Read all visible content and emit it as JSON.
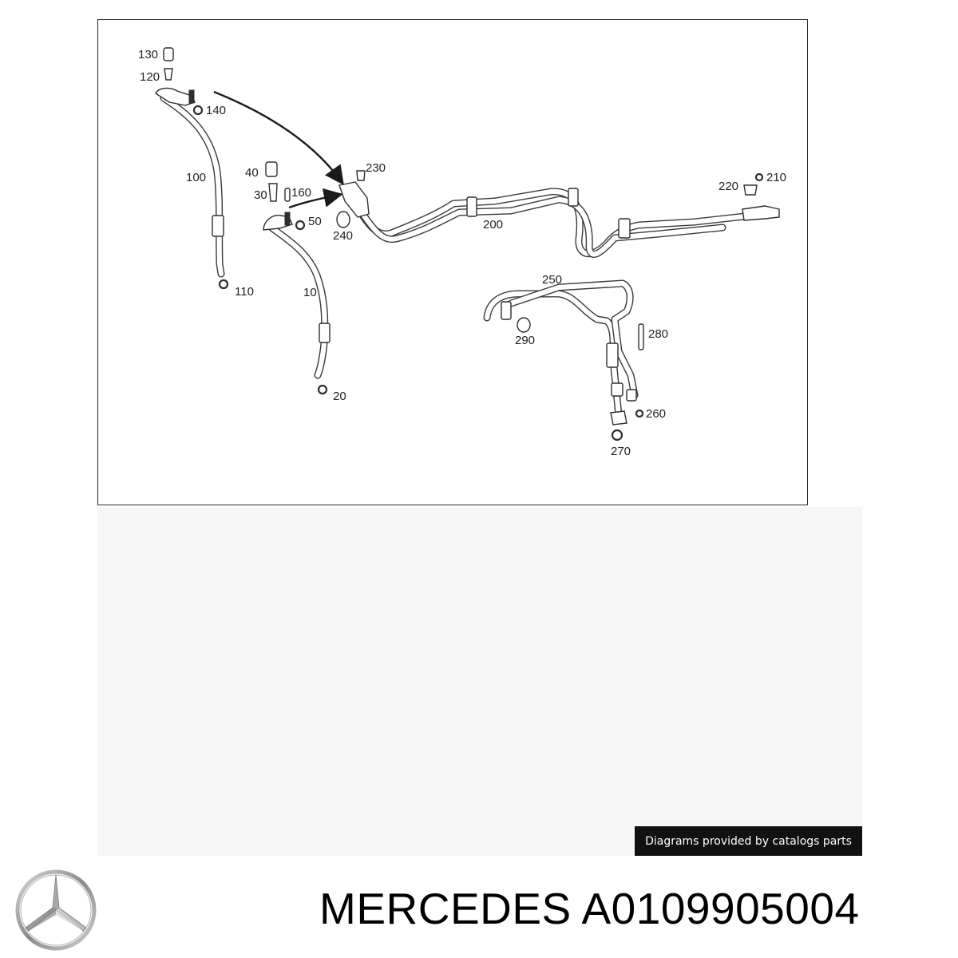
{
  "callouts": {
    "c10": "10",
    "c20": "20",
    "c30": "30",
    "c40": "40",
    "c50": "50",
    "c100": "100",
    "c110": "110",
    "c120": "120",
    "c130": "130",
    "c140": "140",
    "c160": "160",
    "c200": "200",
    "c210": "210",
    "c220": "220",
    "c230": "230",
    "c240": "240",
    "c250": "250",
    "c260": "260",
    "c270": "270",
    "c280": "280",
    "c290": "290"
  },
  "credit": "Diagrams provided by catalogs parts",
  "footer": {
    "title": "MERCEDES A0109905004",
    "logo_icon": "mercedes-star-logo"
  }
}
